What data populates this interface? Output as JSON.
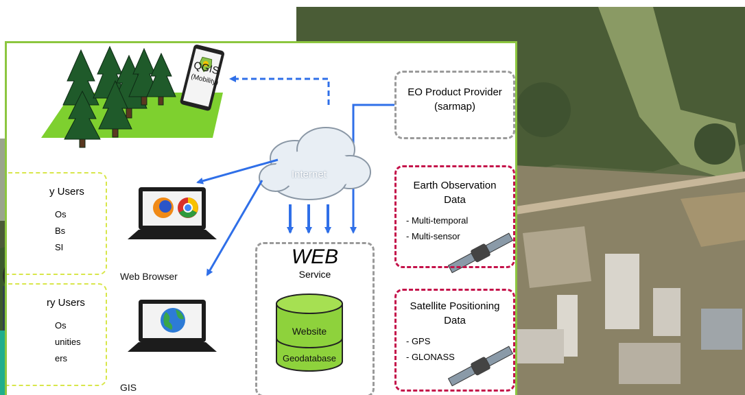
{
  "diagram": {
    "qgis_device": {
      "title": "QGIS",
      "subtitle": "(Mobility)"
    },
    "cloud_label": "Internet",
    "eo_provider": {
      "line1": "EO Product Provider",
      "line2": "(sarmap)"
    },
    "eo_data": {
      "line1": "Earth Observation",
      "line2": "Data",
      "items": [
        "- Multi-temporal",
        "- Multi-sensor"
      ]
    },
    "sat_pos": {
      "line1": "Satellite Positioning",
      "line2": "Data",
      "items": [
        "- GPS",
        "- GLONASS"
      ]
    },
    "web_service": {
      "title": "WEB",
      "subtitle": "Service",
      "db_top": "Website",
      "db_bottom": "Geodatabase"
    },
    "web_browser_label": "Web Browser",
    "gis_label": "GIS",
    "primary_users": {
      "title": "y Users",
      "items": [
        "Os",
        "Bs",
        "SI"
      ]
    },
    "secondary_users": {
      "title": "ry Users",
      "items": [
        "Os",
        "unities",
        "ers"
      ]
    }
  },
  "colors": {
    "frame_green": "#8cc63f",
    "arrow_blue": "#2f6fe8",
    "dash_red": "#c4124a",
    "dash_gray": "#9a9a9a",
    "db_green": "#8ed23c",
    "tree_green": "#1f5a2a"
  }
}
